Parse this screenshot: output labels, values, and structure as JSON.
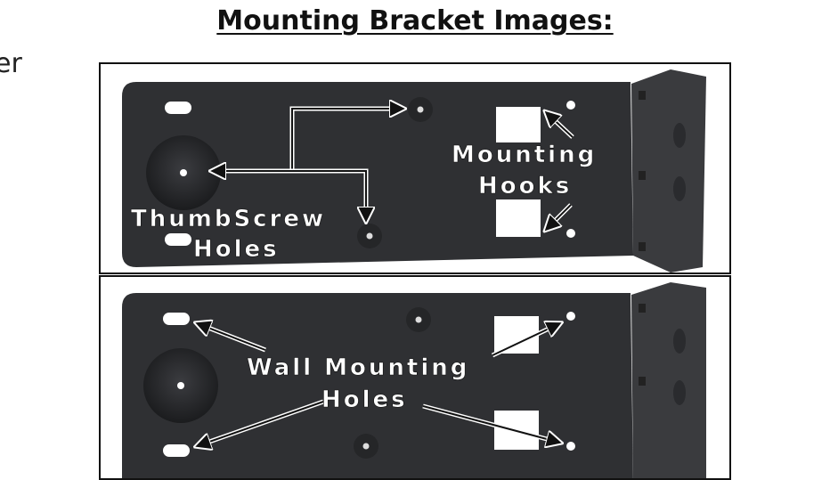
{
  "document": {
    "title": "Mounting Bracket Images:",
    "left_fragment": "er"
  },
  "panel_top": {
    "labels": {
      "thumbscrew_line1": "ThumbScrew",
      "thumbscrew_line2": "Holes",
      "hooks_line1": "Mounting",
      "hooks_line2": "Hooks"
    }
  },
  "panel_bottom": {
    "labels": {
      "wall_line1": "Wall Mounting",
      "wall_line2": "Holes"
    }
  },
  "colors": {
    "bracket": "#2f3033",
    "bracket_side": "#3a3b3e",
    "label_text": "#ffffff",
    "border": "#111111"
  }
}
